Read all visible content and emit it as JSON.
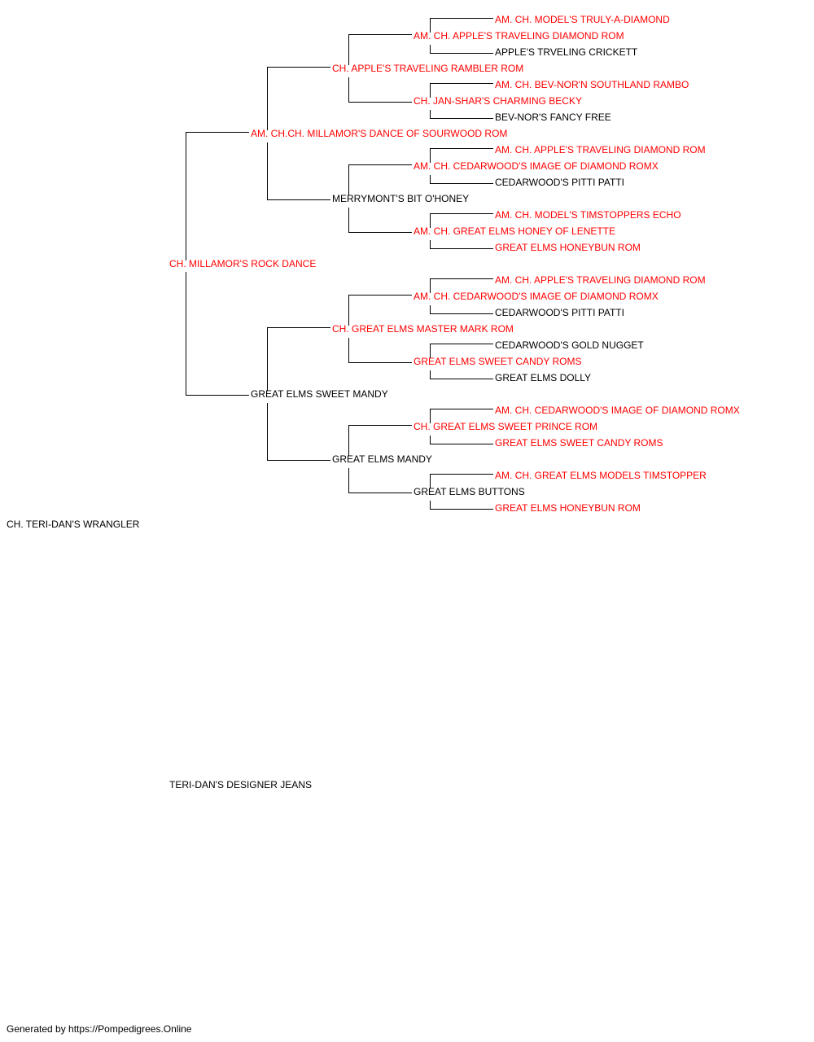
{
  "pedigree": {
    "subject": {
      "name": "CH. TERI-DAN'S WRANGLER",
      "champion": false
    },
    "sire": {
      "name": "CH. MILLAMOR'S ROCK DANCE",
      "champion": true,
      "sire": {
        "name": "AM. CH.CH. MILLAMOR'S DANCE OF SOURWOOD ROM",
        "champion": true,
        "sire": {
          "name": "CH. APPLE'S TRAVELING RAMBLER ROM",
          "champion": true,
          "sire": {
            "name": "AM. CH. APPLE'S TRAVELING DIAMOND ROM",
            "champion": true,
            "sire": {
              "name": "AM. CH. MODEL'S TRULY-A-DIAMOND",
              "champion": true
            },
            "dam": {
              "name": "APPLE'S TRVELING CRICKETT",
              "champion": false
            }
          },
          "dam": {
            "name": "CH. JAN-SHAR'S CHARMING BECKY",
            "champion": true,
            "sire": {
              "name": "AM. CH. BEV-NOR'N SOUTHLAND RAMBO",
              "champion": true
            },
            "dam": {
              "name": "BEV-NOR'S FANCY FREE",
              "champion": false
            }
          }
        },
        "dam": {
          "name": "MERRYMONT'S BIT O'HONEY",
          "champion": false,
          "sire": {
            "name": "AM. CH. CEDARWOOD'S IMAGE OF DIAMOND ROMX",
            "champion": true,
            "sire": {
              "name": "AM. CH. APPLE'S TRAVELING DIAMOND ROM",
              "champion": true
            },
            "dam": {
              "name": "CEDARWOOD'S PITTI PATTI",
              "champion": false
            }
          },
          "dam": {
            "name": "AM. CH. GREAT ELMS HONEY OF LENETTE",
            "champion": true,
            "sire": {
              "name": "AM. CH. MODEL'S TIMSTOPPERS ECHO",
              "champion": true
            },
            "dam": {
              "name": "GREAT ELMS HONEYBUN ROM",
              "champion": true
            }
          }
        }
      },
      "dam": {
        "name": "GREAT ELMS SWEET MANDY",
        "champion": false,
        "sire": {
          "name": "CH. GREAT ELMS MASTER MARK ROM",
          "champion": true,
          "sire": {
            "name": "AM. CH. CEDARWOOD'S IMAGE OF DIAMOND ROMX",
            "champion": true,
            "sire": {
              "name": "AM. CH. APPLE'S TRAVELING DIAMOND ROM",
              "champion": true
            },
            "dam": {
              "name": "CEDARWOOD'S PITTI PATTI",
              "champion": false
            }
          },
          "dam": {
            "name": "GREAT ELMS SWEET CANDY ROMS",
            "champion": true,
            "sire": {
              "name": "CEDARWOOD'S GOLD NUGGET",
              "champion": false
            },
            "dam": {
              "name": "GREAT ELMS DOLLY",
              "champion": false
            }
          }
        },
        "dam": {
          "name": "GREAT ELMS MANDY",
          "champion": false,
          "sire": {
            "name": "CH. GREAT ELMS SWEET PRINCE ROM",
            "champion": true,
            "sire": {
              "name": "AM. CH. CEDARWOOD'S IMAGE OF DIAMOND ROMX",
              "champion": true
            },
            "dam": {
              "name": "GREAT ELMS SWEET CANDY ROMS",
              "champion": true
            }
          },
          "dam": {
            "name": "GREAT ELMS BUTTONS",
            "champion": false,
            "sire": {
              "name": "AM. CH. GREAT ELMS MODELS TIMSTOPPER",
              "champion": true
            },
            "dam": {
              "name": "GREAT ELMS HONEYBUN ROM",
              "champion": true
            }
          }
        }
      }
    },
    "dam": {
      "name": "TERI-DAN'S DESIGNER JEANS",
      "champion": false
    }
  },
  "colors": {
    "champion": "#ff0000",
    "regular": "#000000",
    "lines": "#000000"
  },
  "footer": "Generated by https://Pompedigrees.Online"
}
